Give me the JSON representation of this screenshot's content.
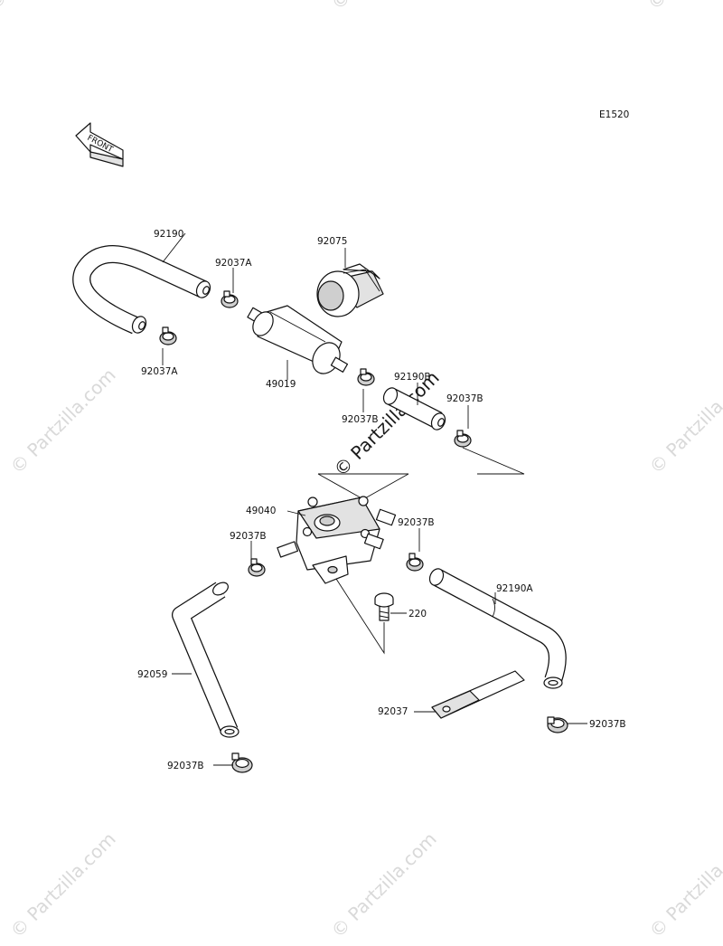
{
  "diagram_code": "E1520",
  "front_label": "FRONT",
  "watermark": "© Partzilla.com",
  "labels": {
    "p92190": "92190",
    "p92037A_top": "92037A",
    "p92075": "92075",
    "p92037A_left": "92037A",
    "p49019": "49019",
    "p92190B": "92190B",
    "p92037B_mid": "92037B",
    "p92037B_right": "92037B",
    "p49040": "49040",
    "p92037B_left": "92037B",
    "p92037B_pumpright": "92037B",
    "p220": "220",
    "p92190A": "92190A",
    "p92059": "92059",
    "p92037": "92037",
    "p92037B_bottomright": "92037B",
    "p92037B_bottom": "92037B"
  },
  "colors": {
    "line": "#111111",
    "watermark": "#d9d9d9",
    "part_fill": "#e2e2e2"
  }
}
